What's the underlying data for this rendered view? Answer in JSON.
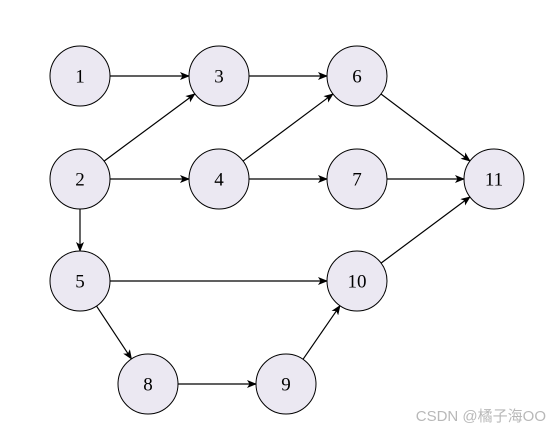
{
  "nodes": [
    {
      "id": "1",
      "label": "1"
    },
    {
      "id": "2",
      "label": "2"
    },
    {
      "id": "3",
      "label": "3"
    },
    {
      "id": "4",
      "label": "4"
    },
    {
      "id": "5",
      "label": "5"
    },
    {
      "id": "6",
      "label": "6"
    },
    {
      "id": "7",
      "label": "7"
    },
    {
      "id": "8",
      "label": "8"
    },
    {
      "id": "9",
      "label": "9"
    },
    {
      "id": "10",
      "label": "10"
    },
    {
      "id": "11",
      "label": "11"
    }
  ],
  "edges": [
    {
      "from": "1",
      "to": "3"
    },
    {
      "from": "2",
      "to": "3"
    },
    {
      "from": "2",
      "to": "4"
    },
    {
      "from": "2",
      "to": "5"
    },
    {
      "from": "3",
      "to": "6"
    },
    {
      "from": "4",
      "to": "6"
    },
    {
      "from": "4",
      "to": "7"
    },
    {
      "from": "5",
      "to": "10"
    },
    {
      "from": "5",
      "to": "8"
    },
    {
      "from": "6",
      "to": "11"
    },
    {
      "from": "7",
      "to": "11"
    },
    {
      "from": "8",
      "to": "9"
    },
    {
      "from": "9",
      "to": "10"
    },
    {
      "from": "10",
      "to": "11"
    }
  ],
  "colors": {
    "node_fill": "#ebe8f2",
    "node_stroke": "#000000",
    "edge": "#000000",
    "watermark": "#b8b8b8"
  },
  "watermark": "CSDN @橘子海OO"
}
